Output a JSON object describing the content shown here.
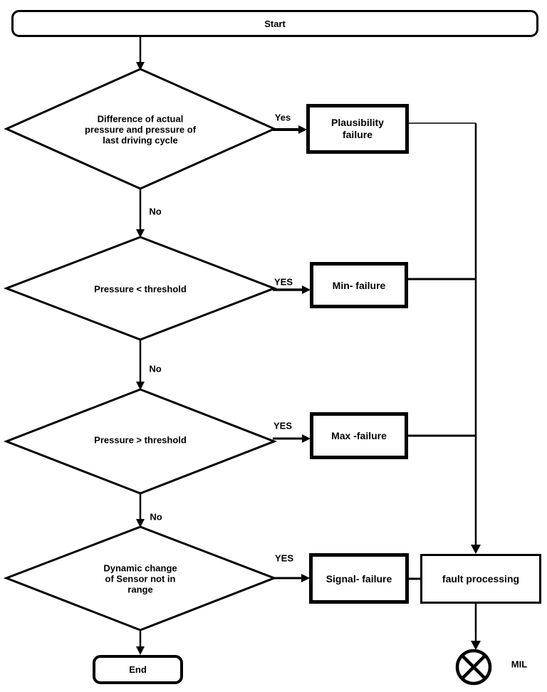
{
  "flow": {
    "start": "Start",
    "end": "End",
    "decisions": [
      {
        "lines": [
          "Difference of actual",
          "pressure and pressure of",
          "last driving cycle"
        ],
        "yes": "Yes",
        "no": "No"
      },
      {
        "lines": [
          "Pressure < threshold"
        ],
        "yes": "YES",
        "no": "No"
      },
      {
        "lines": [
          "Pressure > threshold"
        ],
        "yes": "YES",
        "no": "No"
      },
      {
        "lines": [
          "Dynamic change",
          "of Sensor not in",
          "range"
        ],
        "yes": "YES"
      }
    ],
    "failure_boxes": [
      {
        "label": "Plausibility failure"
      },
      {
        "label": "Min- failure"
      },
      {
        "label": "Max -failure"
      },
      {
        "label": "Signal- failure"
      }
    ],
    "fault_processing": "fault processing",
    "mil": "MIL",
    "colors": {
      "line": "#000000",
      "background": "#ffffff",
      "shape_fill": "#ffffff"
    }
  }
}
